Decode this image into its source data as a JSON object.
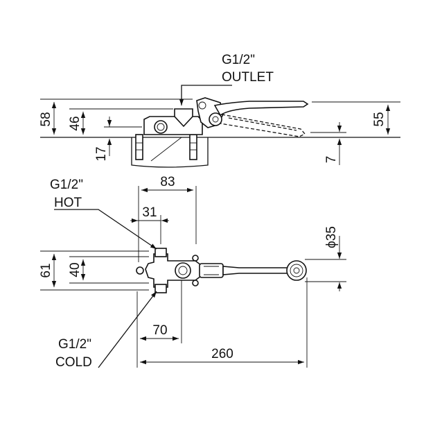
{
  "labels": {
    "outlet": [
      "G1/2\"",
      "OUTLET"
    ],
    "hot": [
      "G1/2\"",
      "HOT"
    ],
    "cold": [
      "G1/2\"",
      "COLD"
    ]
  },
  "dimensions": {
    "d58": "58",
    "d46": "46",
    "d17": "17",
    "d55": "55",
    "d7": "7",
    "d83": "83",
    "d31": "31",
    "d61": "61",
    "d40": "40",
    "d35": "ϕ35",
    "d70": "70",
    "d260": "260"
  }
}
